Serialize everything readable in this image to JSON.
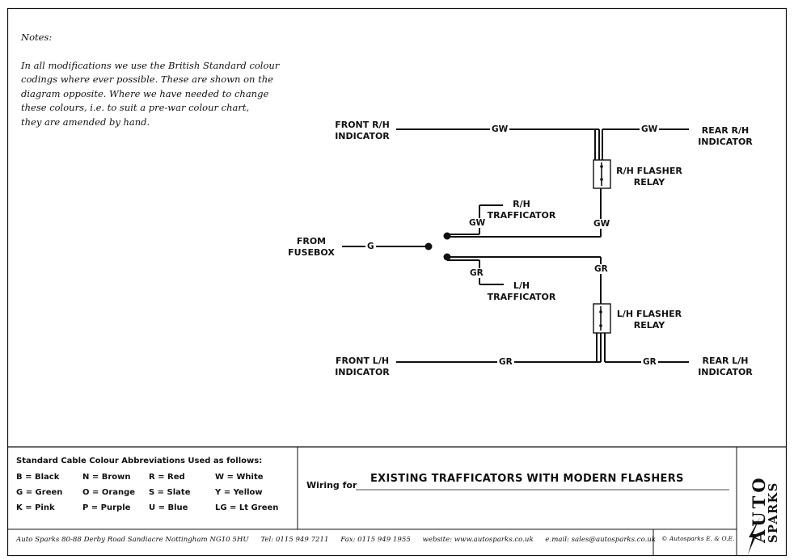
{
  "notes": {
    "heading": "Notes:",
    "lines": [
      "In all modifications we use the British Standard  colour",
      "codings where ever possible.  These are shown on the",
      "diagram opposite.  Where we have needed to change",
      "these colours, i.e. to suit a pre-war colour chart,",
      "they are amended by hand."
    ]
  },
  "diagram": {
    "front_rh": [
      "FRONT R/H",
      "INDICATOR"
    ],
    "rear_rh": [
      "REAR R/H",
      "INDICATOR"
    ],
    "rh_relay": [
      "R/H FLASHER",
      "RELAY"
    ],
    "rh_trafficator": [
      "R/H",
      "TRAFFICATOR"
    ],
    "fusebox": [
      "FROM",
      "FUSEBOX"
    ],
    "lh_trafficator": [
      "L/H",
      "TRAFFICATOR"
    ],
    "lh_relay": [
      "L/H FLASHER",
      "RELAY"
    ],
    "front_lh": [
      "FRONT L/H",
      "INDICATOR"
    ],
    "rear_lh": [
      "REAR L/H",
      "INDICATOR"
    ],
    "wire_codes": {
      "gw_front": "GW",
      "gw_rear": "GW",
      "gw_relay": "GW",
      "gw_traff": "GW",
      "g_feed": "G",
      "gr_traff": "GR",
      "gr_relay": "GR",
      "gr_front": "GR",
      "gr_rear": "GR"
    }
  },
  "legend": {
    "title": "Standard Cable Colour Abbreviations Used as follows:",
    "rows": [
      [
        "B = Black",
        "N = Brown",
        "R = Red",
        "W = White"
      ],
      [
        "G = Green",
        "O = Orange",
        "S = Slate",
        "Y = Yellow"
      ],
      [
        "K = Pink",
        "P = Purple",
        "U = Blue",
        "LG = Lt Green"
      ]
    ]
  },
  "title_block": {
    "wiring_for_label": "Wiring for",
    "title": "EXISTING TRAFFICATORS WITH MODERN FLASHERS"
  },
  "brand": {
    "line1": "AUTO",
    "line2": "SPARKS"
  },
  "footer": {
    "address": "Auto Sparks 80-88 Derby Road Sandiacre Nottingham NG10 5HU",
    "tel": "Tel: 0115 949 7211",
    "fax": "Fax: 0115 949 1955",
    "website": "website: www.autosparks.co.uk",
    "email": "e.mail:  sales@autosparks.co.uk",
    "copyright": "© Autosparks  E. & O.E."
  }
}
